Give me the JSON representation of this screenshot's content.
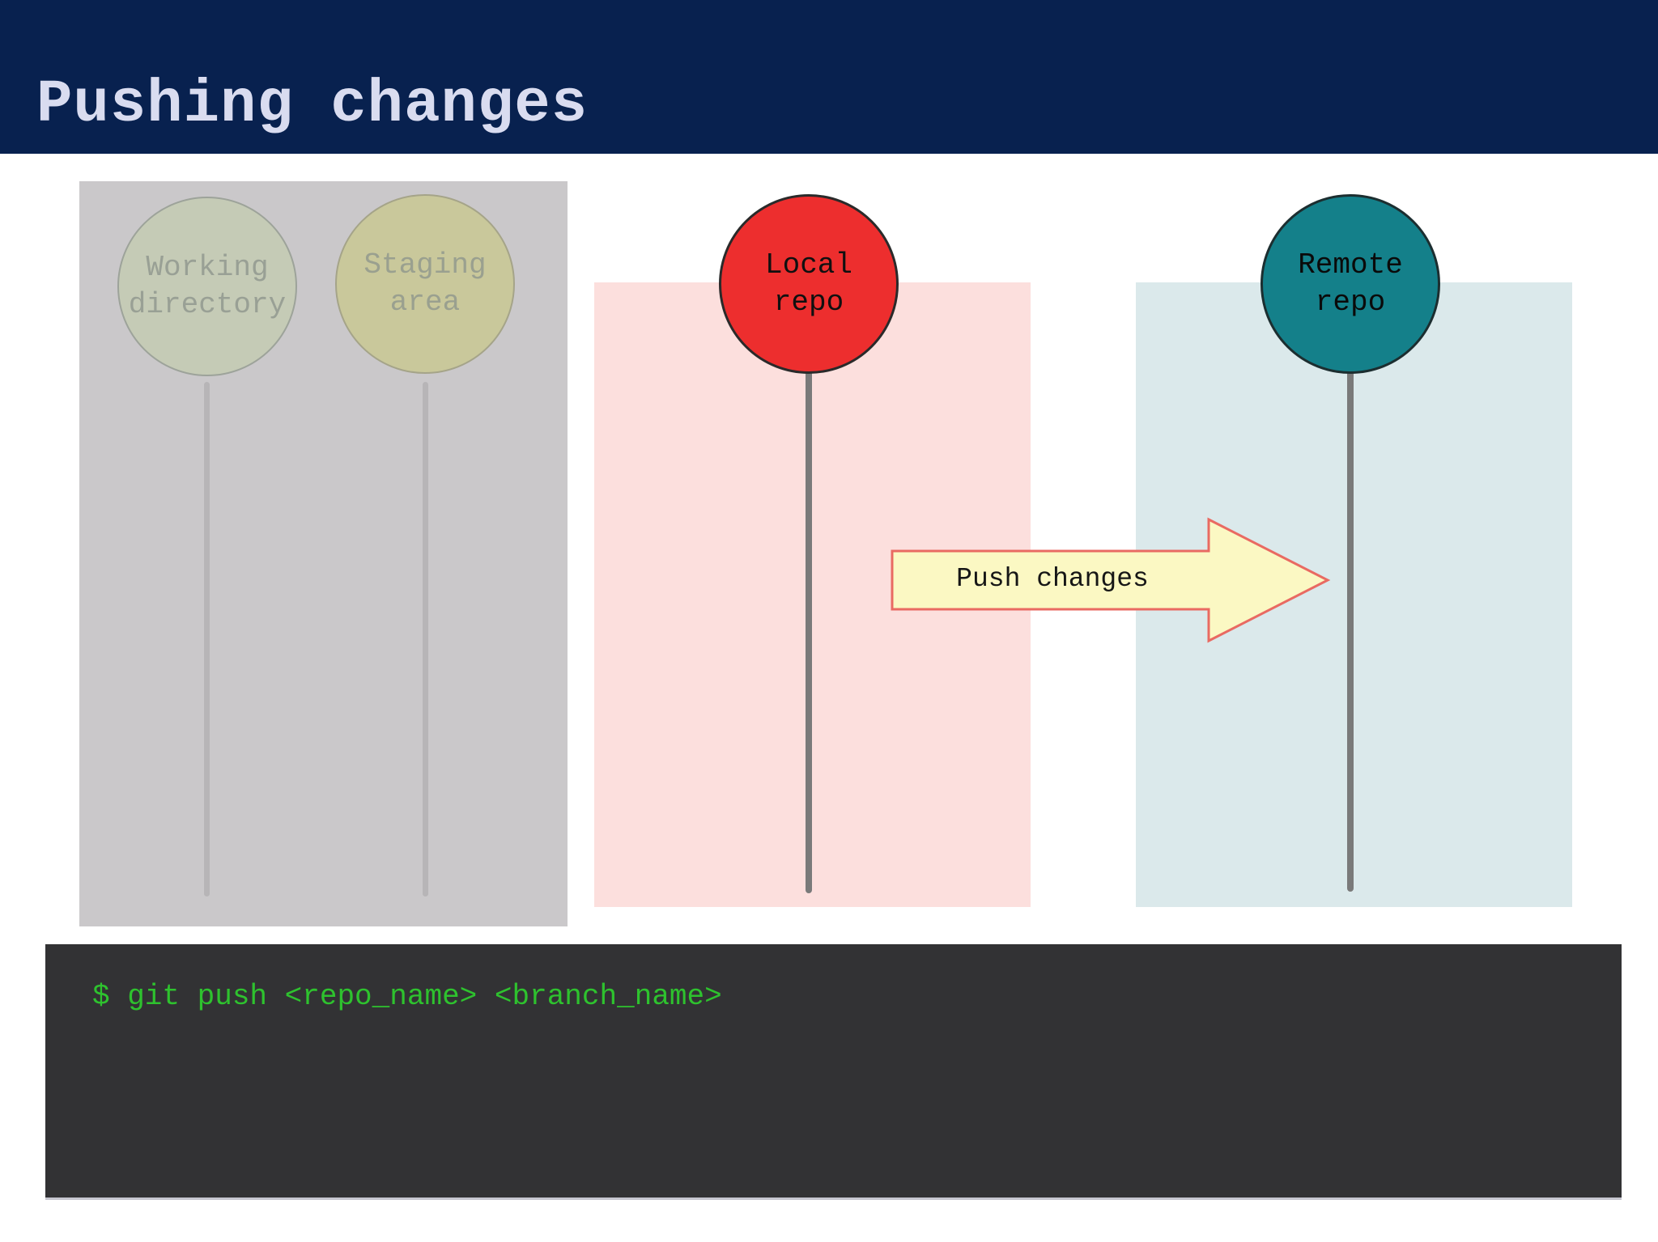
{
  "slide": {
    "title": "Pushing changes"
  },
  "diagram": {
    "nodes": [
      {
        "id": "working-directory",
        "line1": "Working",
        "line2": "directory"
      },
      {
        "id": "staging-area",
        "line1": "Staging",
        "line2": "area"
      },
      {
        "id": "local-repo",
        "line1": "Local",
        "line2": "repo"
      },
      {
        "id": "remote-repo",
        "line1": "Remote",
        "line2": "repo"
      }
    ],
    "arrow_label": "Push changes"
  },
  "terminal": {
    "command": "$ git push <repo_name> <branch_name>"
  },
  "colors": {
    "header_bg": "#08214f",
    "title_text": "#d9dcf0",
    "workspace_panel_bg": "#cac8ca",
    "local_panel_bg": "#fcdfdd",
    "remote_panel_bg": "#dbe9eb",
    "working_node_fill": "#c5cbb6",
    "staging_node_fill": "#c9c89b",
    "local_node_fill": "#ed2e2e",
    "remote_node_fill": "#14808a",
    "faded_label_text": "#99a095",
    "timeline_light": "#b7b5b7",
    "timeline_dark": "#7a7a7a",
    "arrow_fill": "#fbf8c3",
    "arrow_border": "#e96a62",
    "terminal_bg": "#323234",
    "terminal_text": "#2ec22e"
  }
}
